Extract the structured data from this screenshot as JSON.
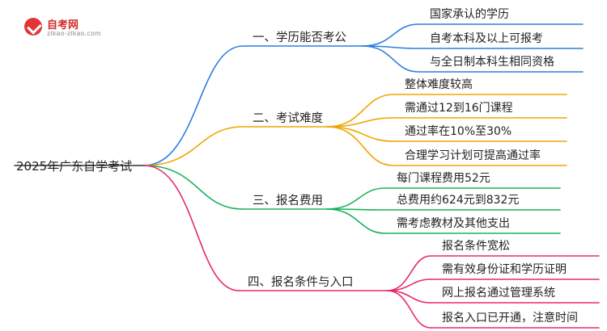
{
  "logo": {
    "title": "自考网",
    "url": "zikao-zikao.com"
  },
  "root": "2025年广东自学考试",
  "branches": [
    {
      "label": "一、学历能否考公",
      "color": "#2f7de1",
      "leaves": [
        "国家承认的学历",
        "自考本科及以上可报考",
        "与全日制本科生相同资格"
      ]
    },
    {
      "label": "二、考试难度",
      "color": "#f0a500",
      "leaves": [
        "整体难度较高",
        "需通过12到16门课程",
        "通过率在10%至30%",
        "合理学习计划可提高通过率"
      ]
    },
    {
      "label": "三、报名费用",
      "color": "#19b35a",
      "leaves": [
        "每门课程费用52元",
        "总费用约624元到832元",
        "需考虑教材及其他支出"
      ]
    },
    {
      "label": "四、报名条件与入口",
      "color": "#e8286e",
      "leaves": [
        "报名条件宽松",
        "需有效身份证和学历证明",
        "网上报名通过管理系统",
        "报名入口已开通，注意时间"
      ]
    }
  ]
}
